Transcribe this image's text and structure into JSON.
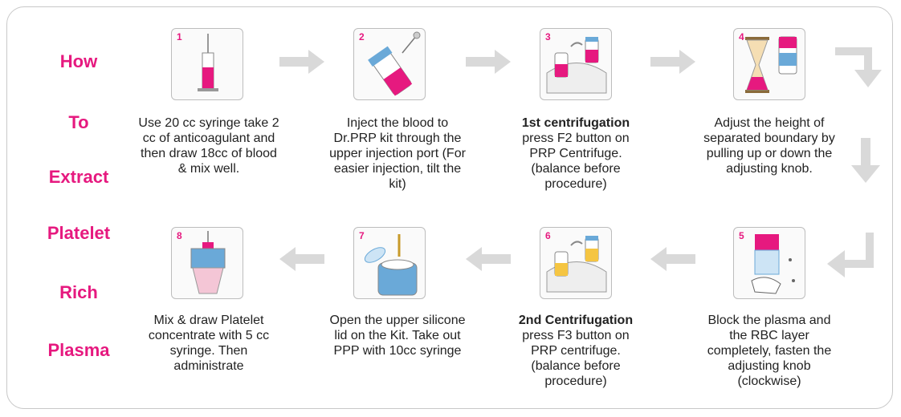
{
  "side_title": [
    "How",
    "To",
    "Extract",
    "Platelet",
    "Rich",
    "Plasma"
  ],
  "colors": {
    "accent": "#e6197f",
    "arrow": "#d9d9d9",
    "tube": "#6aa9d8"
  },
  "steps": [
    {
      "num": "1",
      "bold": "",
      "text": "Use 20 cc syringe take 2 cc of anticoagulant and then draw 18cc of blood & mix well."
    },
    {
      "num": "2",
      "bold": "",
      "text": "Inject the blood to Dr.PRP kit through the upper injection port (For easier injection, tilt the kit)"
    },
    {
      "num": "3",
      "bold": "1st centrifugation",
      "text": "press F2 button on PRP Centrifuge. (balance before procedure)"
    },
    {
      "num": "4",
      "bold": "",
      "text": "Adjust the height of separated boundary by pulling up or down the adjusting knob."
    },
    {
      "num": "5",
      "bold": "",
      "text": "Block the plasma and the RBC layer completely, fasten the adjusting knob (clockwise)"
    },
    {
      "num": "6",
      "bold": "2nd Centrifugation",
      "text": "press F3 button on PRP centrifuge. (balance before procedure)"
    },
    {
      "num": "7",
      "bold": "",
      "text": "Open the upper silicone lid on the Kit. Take out PPP with 10cc syringe"
    },
    {
      "num": "8",
      "bold": "",
      "text": "Mix & draw Platelet concentrate with 5 cc syringe. Then administrate"
    }
  ]
}
